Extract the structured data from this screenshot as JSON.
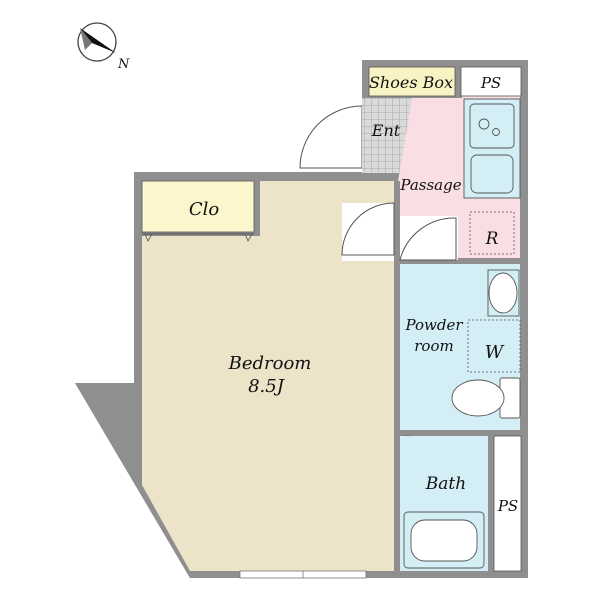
{
  "compass": {
    "north_label": "N",
    "icon": "compass-icon"
  },
  "rooms": {
    "shoes_box": "Shoes Box",
    "ps_top": "PS",
    "entrance": "Ent",
    "passage": "Passage",
    "refrigerator": "R",
    "closet": "Clo",
    "bedroom": "Bedroom",
    "bedroom_size": "8.5J",
    "powder_room_line1": "Powder",
    "powder_room_line2": "room",
    "washer": "W",
    "bath": "Bath",
    "ps_side": "PS"
  },
  "colors": {
    "wall": "#8f8f8f",
    "bedroom": "#ece3c9",
    "closet": "#fbf6cc",
    "shoes_box": "#f8f3c4",
    "passage": "#f9dfe3",
    "wet_area": "#d3eef5",
    "entrance_tile": "#d7d7d7"
  }
}
